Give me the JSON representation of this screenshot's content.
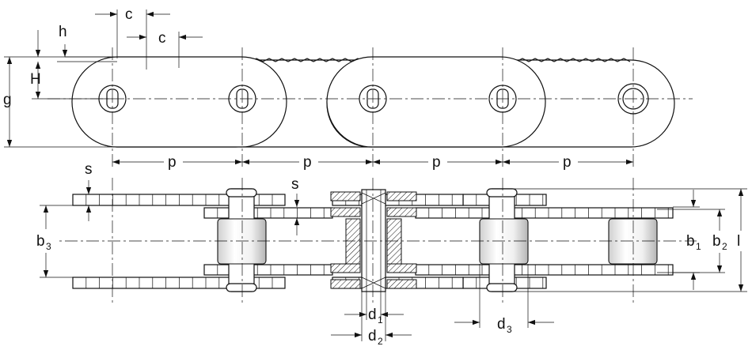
{
  "labels": {
    "c_top": "c",
    "c_mid": "c",
    "h": "h",
    "H": "H",
    "g": "g",
    "p": [
      "p",
      "p",
      "p",
      "p"
    ],
    "s_left": "s",
    "s_mid": "s",
    "b3": "b",
    "b3_sub": "3",
    "b1": "b",
    "b1_sub": "1",
    "b2": "b",
    "b2_sub": "2",
    "l": "l",
    "d1": "d",
    "d1_sub": "1",
    "d2": "d",
    "d2_sub": "2",
    "d3": "d",
    "d3_sub": "3"
  }
}
